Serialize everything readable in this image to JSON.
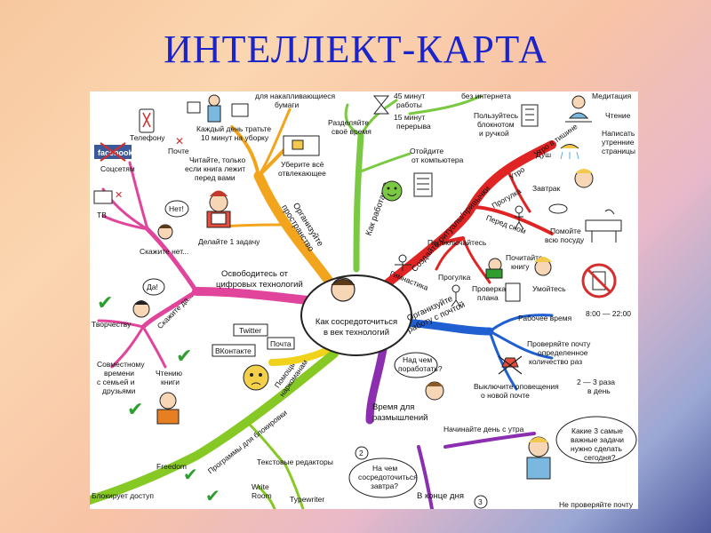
{
  "slide": {
    "title": "ИНТЕЛЛЕКТ-КАРТА"
  },
  "center": {
    "line1": "Как сосредоточиться",
    "line2": "в век технологий"
  },
  "branches": {
    "space": {
      "line1": "Организуйте",
      "line2": "пространство"
    },
    "how_work": "Как работать?",
    "rituals": "Создайте ритуалы/привычки",
    "mail": {
      "line1": "Организуйте",
      "line2": "работу с почтой"
    },
    "digital": {
      "line1": "Освободитесь от",
      "line2": "цифровых технологий"
    },
    "helpers": {
      "line1": "Помощь",
      "line2": "наркоманам"
    },
    "time": {
      "line1": "Время для",
      "line2": "размышлений"
    },
    "programs": "Программы для блокировки"
  },
  "nodes": {
    "papers_top": "для накапливающиеся",
    "papers": "бумаги",
    "daily": {
      "line1": "Каждый день тратьте",
      "line2": "10 минут на уборку"
    },
    "read": {
      "line1": "Читайте, только",
      "line2": "если книга лежит",
      "line3": "перед вами"
    },
    "remove": {
      "line1": "Уберите всё",
      "line2": "отвлекающее"
    },
    "one_task": "Делайте 1 задачу",
    "telephone": "Телефону",
    "mail_word": "Почте",
    "social": "Соцсетям",
    "facebook": "facebook",
    "tv": "ТВ",
    "say_no": "Скажите нет...",
    "no_bubble": "Нет!",
    "say_yes": "Скажите да...",
    "yes_bubble": "Да!",
    "creativity": "Творчеству",
    "together": {
      "line1": "Совместному",
      "line2": "времени",
      "line3": "с семьей и",
      "line4": "друзьями"
    },
    "reading_books": {
      "line1": "Чтению",
      "line2": "книги"
    },
    "twitter": "Twitter",
    "vk": "ВКонтакте",
    "pochta": "Почта",
    "freedom": "Freedom",
    "text_editors": "Текстовые редакторы",
    "write_room": {
      "line1": "Write",
      "line2": "Room"
    },
    "typewriter": "Typewriter",
    "blocks": "Блокирует доступ",
    "divide": {
      "line1": "Разделяйте",
      "line2": "своё время"
    },
    "minutes45": {
      "line1": "45 минут",
      "line2": "работы"
    },
    "minutes15": {
      "line1": "15 минут",
      "line2": "перерыва"
    },
    "away": {
      "line1": "Отойдите",
      "line2": "от компьютера"
    },
    "no_internet": "без интернета",
    "notebook": {
      "line1": "Пользуйтесь",
      "line2": "блокнотом",
      "line3": "и ручкой"
    },
    "meditation": "Медитация",
    "reading": "Чтение",
    "morning_pages": {
      "line1": "Написать",
      "line2": "утренние",
      "line3": "страницы"
    },
    "in_silence": "Утро в тишине",
    "morning": "Утро",
    "shower": "Душ",
    "breakfast": "Завтрак",
    "walk": "Прогулка",
    "before_sleep": "Перед сном",
    "dishes": {
      "line1": "Помойте",
      "line2": "всю посуду"
    },
    "switch": "Переключайтесь",
    "gym": "Гимнастика",
    "walk2": "Прогулка",
    "check_plan": {
      "line1": "Проверка",
      "line2": "плана"
    },
    "read_book": {
      "line1": "Почитайте",
      "line2": "книгу"
    },
    "wash": "Умойтесь",
    "work_time": "Рабочее время",
    "hours": "8:00 — 22:00",
    "check_mail": {
      "line1": "Проверяйте почту",
      "line2": "определенное",
      "line3": "количество раз"
    },
    "times": {
      "line1": "2 — 3 раза",
      "line2": "в день"
    },
    "turn_off": {
      "line1": "Выключите оповещения",
      "line2": "о новой почте"
    },
    "what_bubble": {
      "line1": "Над чем",
      "line2": "поработать?"
    },
    "start_day": "Начинайте день с утра",
    "three_tasks": {
      "line1": "Какие 3 самые",
      "line2": "важные задачи",
      "line3": "нужно сделать",
      "line4": "сегодня?"
    },
    "num2": "2",
    "num3": "3",
    "tomorrow": {
      "line1": "На чем",
      "line2": "сосредоточиться",
      "line3": "завтра?"
    },
    "end_day": "В конце дня",
    "dont_check": "Не проверяйте почту"
  },
  "colors": {
    "title": "#1a24c8",
    "space_branch": "#f2a51c",
    "how_branch": "#7ac943",
    "rituals_branch": "#e02424",
    "mail_branch": "#1f5fd1",
    "digital_branch": "#e0449b",
    "helpers_branch": "#f0d21a",
    "time_branch": "#8b2fb0",
    "programs_branch": "#86c925",
    "check": "#2e9e2e",
    "cross": "#d32f2f"
  }
}
